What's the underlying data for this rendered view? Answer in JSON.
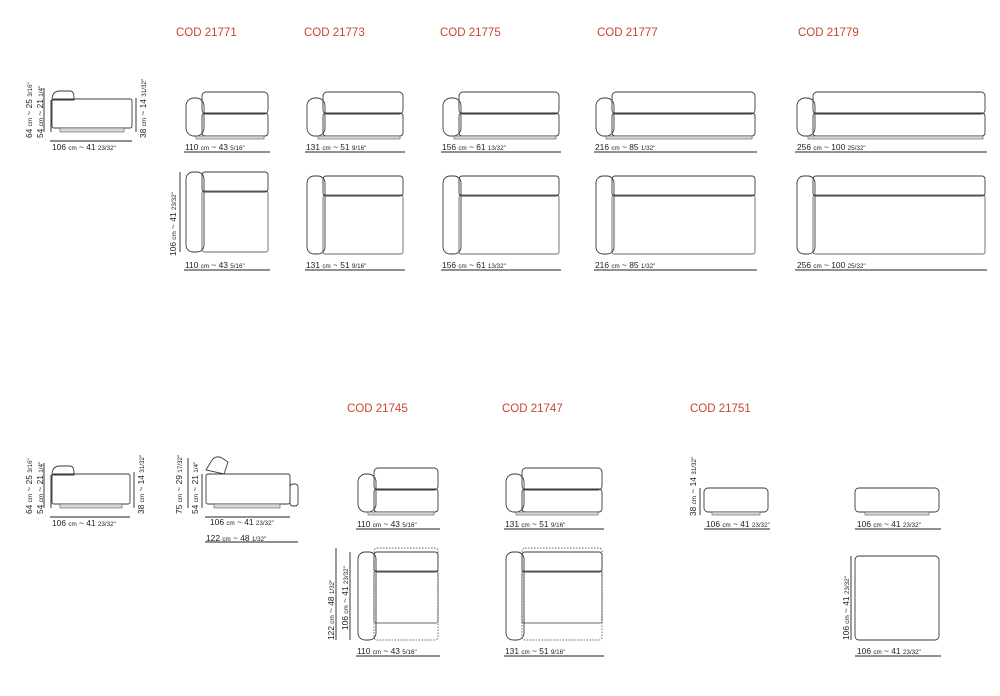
{
  "codes": {
    "c21771": "COD 21771",
    "c21773": "COD 21773",
    "c21775": "COD 21775",
    "c21777": "COD 21777",
    "c21779": "COD 21779",
    "c21745": "COD 21745",
    "c21747": "COD 21747",
    "c21751": "COD 21751"
  },
  "labels": {
    "w106": [
      "106",
      "cm",
      "41",
      "23/32\""
    ],
    "w110": [
      "110",
      "cm",
      "43",
      "5/16\""
    ],
    "w131": [
      "131",
      "cm",
      "51",
      "9/16\""
    ],
    "w156": [
      "156",
      "cm",
      "61",
      "13/32\""
    ],
    "w216": [
      "216",
      "cm",
      "85",
      "1/32\""
    ],
    "w256": [
      "256",
      "cm",
      "100",
      "25/32\""
    ],
    "w122": [
      "122",
      "cm",
      "48",
      "1/32\""
    ],
    "h64": [
      "64",
      "cm",
      "25",
      "3/16\""
    ],
    "h54": [
      "54",
      "cm",
      "21",
      "1/4\""
    ],
    "h38": [
      "38",
      "cm",
      "14",
      "31/32\""
    ],
    "h75": [
      "75",
      "cm",
      "29",
      "17/32\""
    ]
  },
  "colors": {
    "code": "#c8462a",
    "line": "#3a3a3a",
    "text": "#222222"
  }
}
